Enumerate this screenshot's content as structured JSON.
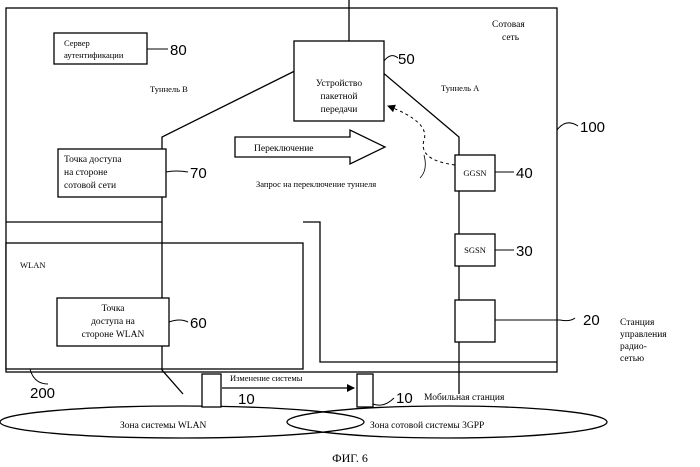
{
  "cellular_network": {
    "label_line1": "Сотовая",
    "label_line2": "сеть",
    "ref": "100"
  },
  "auth_server": {
    "line1": "Сервер",
    "line2": "аутентификации",
    "ref": "80"
  },
  "packet_device": {
    "line1": "Устройство",
    "line2": "пакетной",
    "line3": "передачи",
    "ref": "50"
  },
  "tunnel_b": "Туннель В",
  "tunnel_a": "Туннель А",
  "switch_arrow": "Переключение",
  "tunnel_switch_request": "Запрос на переключение туннеля",
  "cellular_ap": {
    "line1": "Точка доступа",
    "line2": "на стороне",
    "line3": "сотовой сети",
    "ref": "70"
  },
  "ggsn": {
    "label": "GGSN",
    "ref": "40"
  },
  "sgsn": {
    "label": "SGSN",
    "ref": "30"
  },
  "rnc": {
    "ref": "20",
    "line1": "Станция",
    "line2": "управления",
    "line3": "радио-",
    "line4": "сетью"
  },
  "wlan": {
    "label": "WLAN",
    "ref": "200"
  },
  "wlan_ap": {
    "line1": "Точка",
    "line2": "доступа на",
    "line3": "стороне WLAN",
    "ref": "60"
  },
  "system_change": "Изменение системы",
  "mobile_station": {
    "ref_left": "10",
    "ref_right": "10",
    "label": "Мобильная станция"
  },
  "zones": {
    "wlan": "Зона системы WLAN",
    "cellular": "Зона сотовой системы 3GPP"
  },
  "caption": "ФИГ. 6"
}
